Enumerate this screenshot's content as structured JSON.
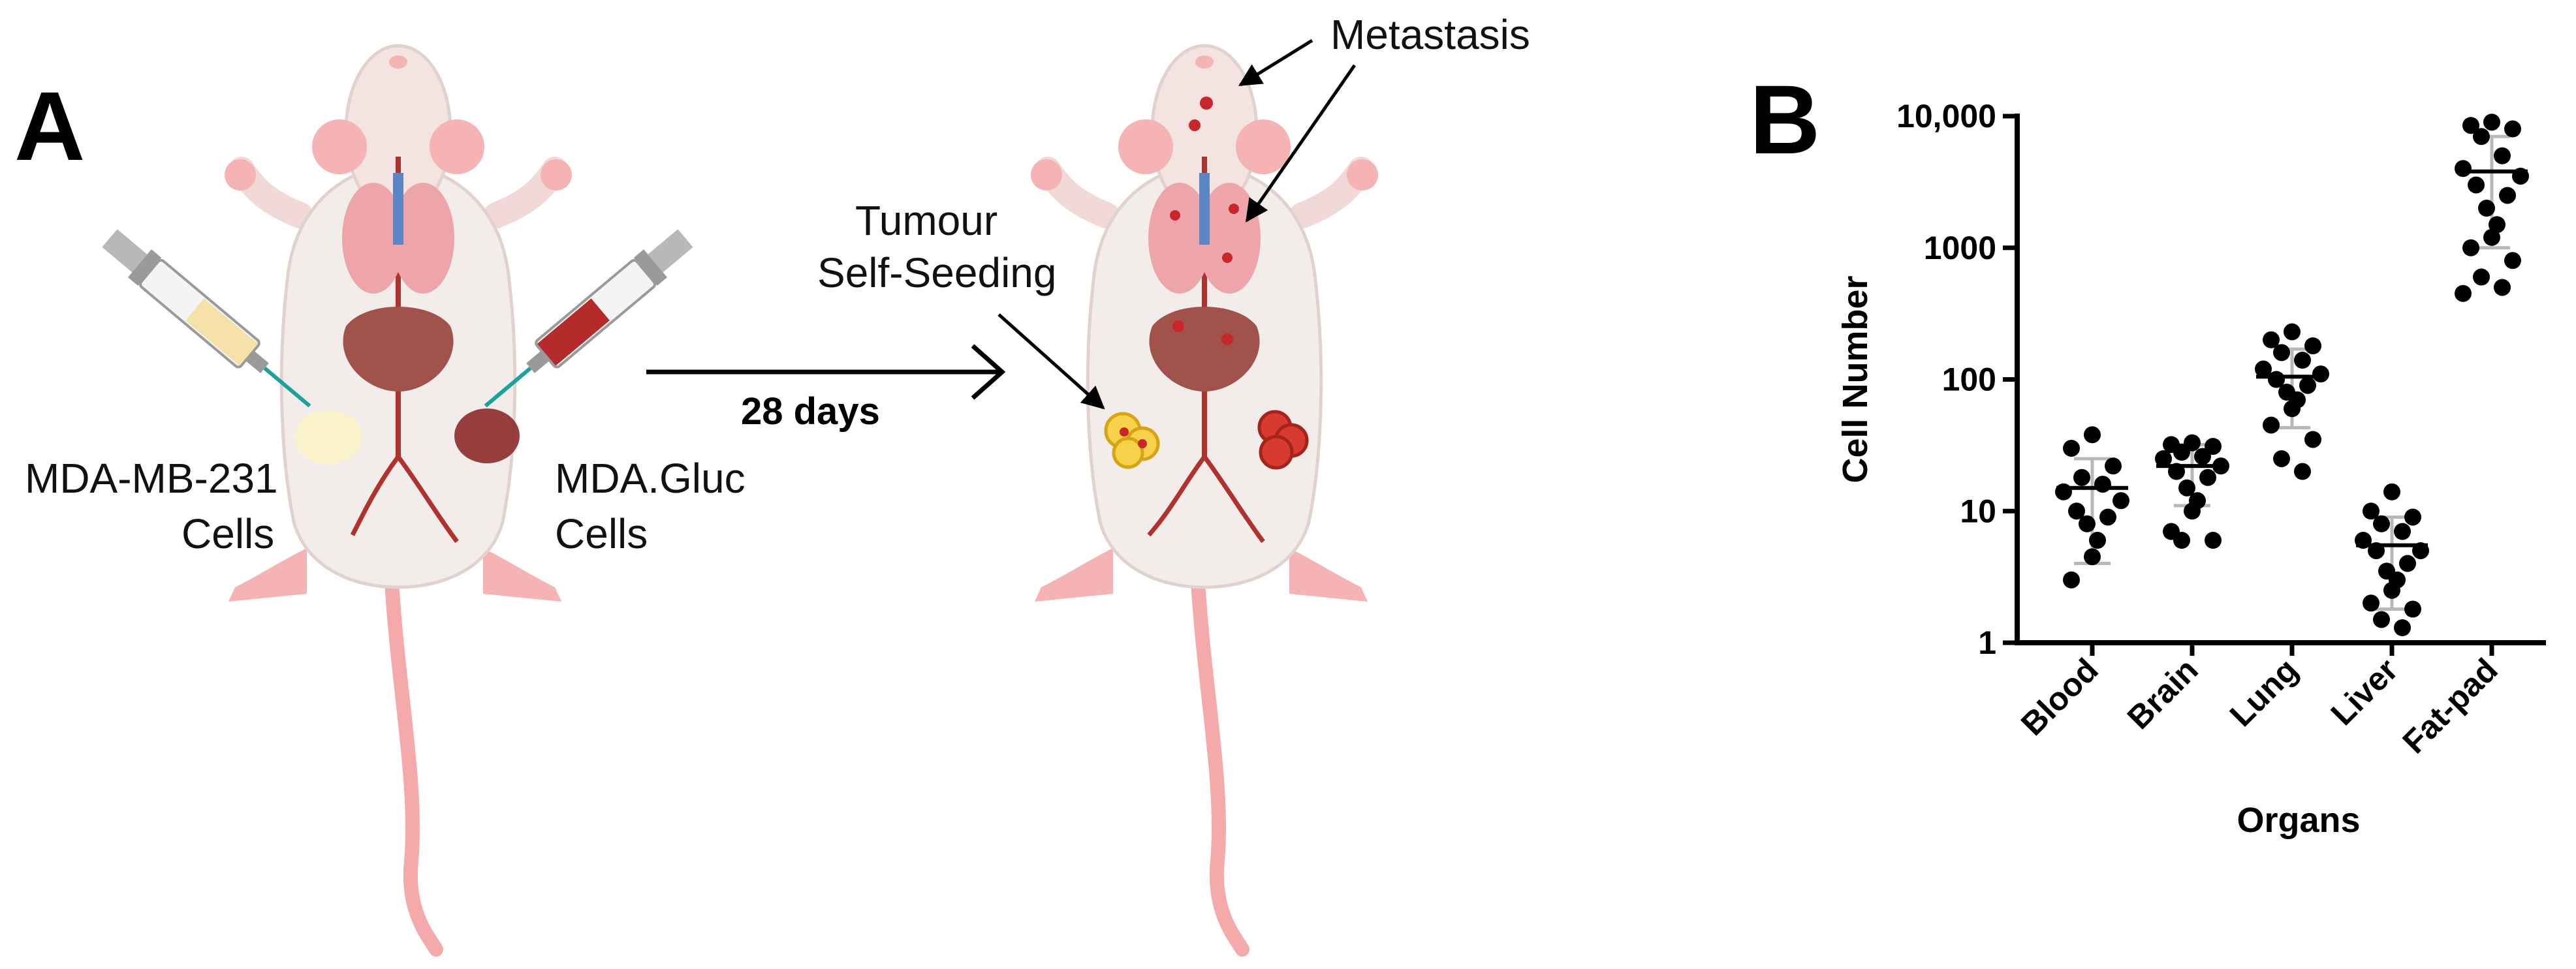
{
  "panel_a": {
    "letter": "A",
    "left_label_line1": "MDA-MB-231",
    "left_label_line2": "Cells",
    "right_label_line1": "MDA.Gluc",
    "right_label_line2": "Cells",
    "arrow_label": "28 days",
    "metastasis_label": "Metastasis",
    "seeding_label_line1": "Tumour",
    "seeding_label_line2": "Self-Seeding"
  },
  "panel_b": {
    "letter": "B"
  },
  "chart_data": {
    "type": "scatter",
    "title": "",
    "xlabel": "Organs",
    "ylabel": "Cell Number",
    "y_scale": "log",
    "ylim": [
      1,
      10000
    ],
    "y_ticks": [
      1,
      10,
      100,
      1000,
      10000
    ],
    "y_tick_labels": [
      "1",
      "10",
      "100",
      "1000",
      "10,000"
    ],
    "categories": [
      "Blood",
      "Brain",
      "Lung",
      "Liver",
      "Fat-pad"
    ],
    "series": [
      {
        "category": "Blood",
        "values": [
          38,
          30,
          22,
          18,
          16,
          14,
          12,
          10,
          9,
          8,
          6,
          4.5,
          3
        ],
        "median": 15,
        "sd_low": 4,
        "sd_high": 25
      },
      {
        "category": "Brain",
        "values": [
          33,
          32,
          31,
          28,
          26,
          25,
          22,
          20,
          18,
          15,
          12,
          10,
          7,
          6,
          6
        ],
        "median": 22,
        "sd_low": 11,
        "sd_high": 32
      },
      {
        "category": "Lung",
        "values": [
          230,
          200,
          180,
          160,
          140,
          120,
          110,
          100,
          90,
          80,
          70,
          60,
          45,
          35,
          25,
          20
        ],
        "median": 105,
        "sd_low": 43,
        "sd_high": 170
      },
      {
        "category": "Liver",
        "values": [
          14,
          10,
          9,
          8,
          7,
          6,
          5,
          5,
          4,
          3.5,
          3,
          2.5,
          2,
          1.8,
          1.5,
          1.3
        ],
        "median": 5.5,
        "sd_low": 1.8,
        "sd_high": 9
      },
      {
        "category": "Fat-pad",
        "values": [
          9000,
          8500,
          8000,
          7000,
          5000,
          4000,
          3500,
          3000,
          2500,
          2000,
          1500,
          1200,
          1000,
          800,
          600,
          500,
          450
        ],
        "median": 3800,
        "sd_low": 1000,
        "sd_high": 7000
      }
    ],
    "colors": {
      "points": "#000000",
      "median": "#000000",
      "error_bars": "#b8b8b8"
    }
  }
}
